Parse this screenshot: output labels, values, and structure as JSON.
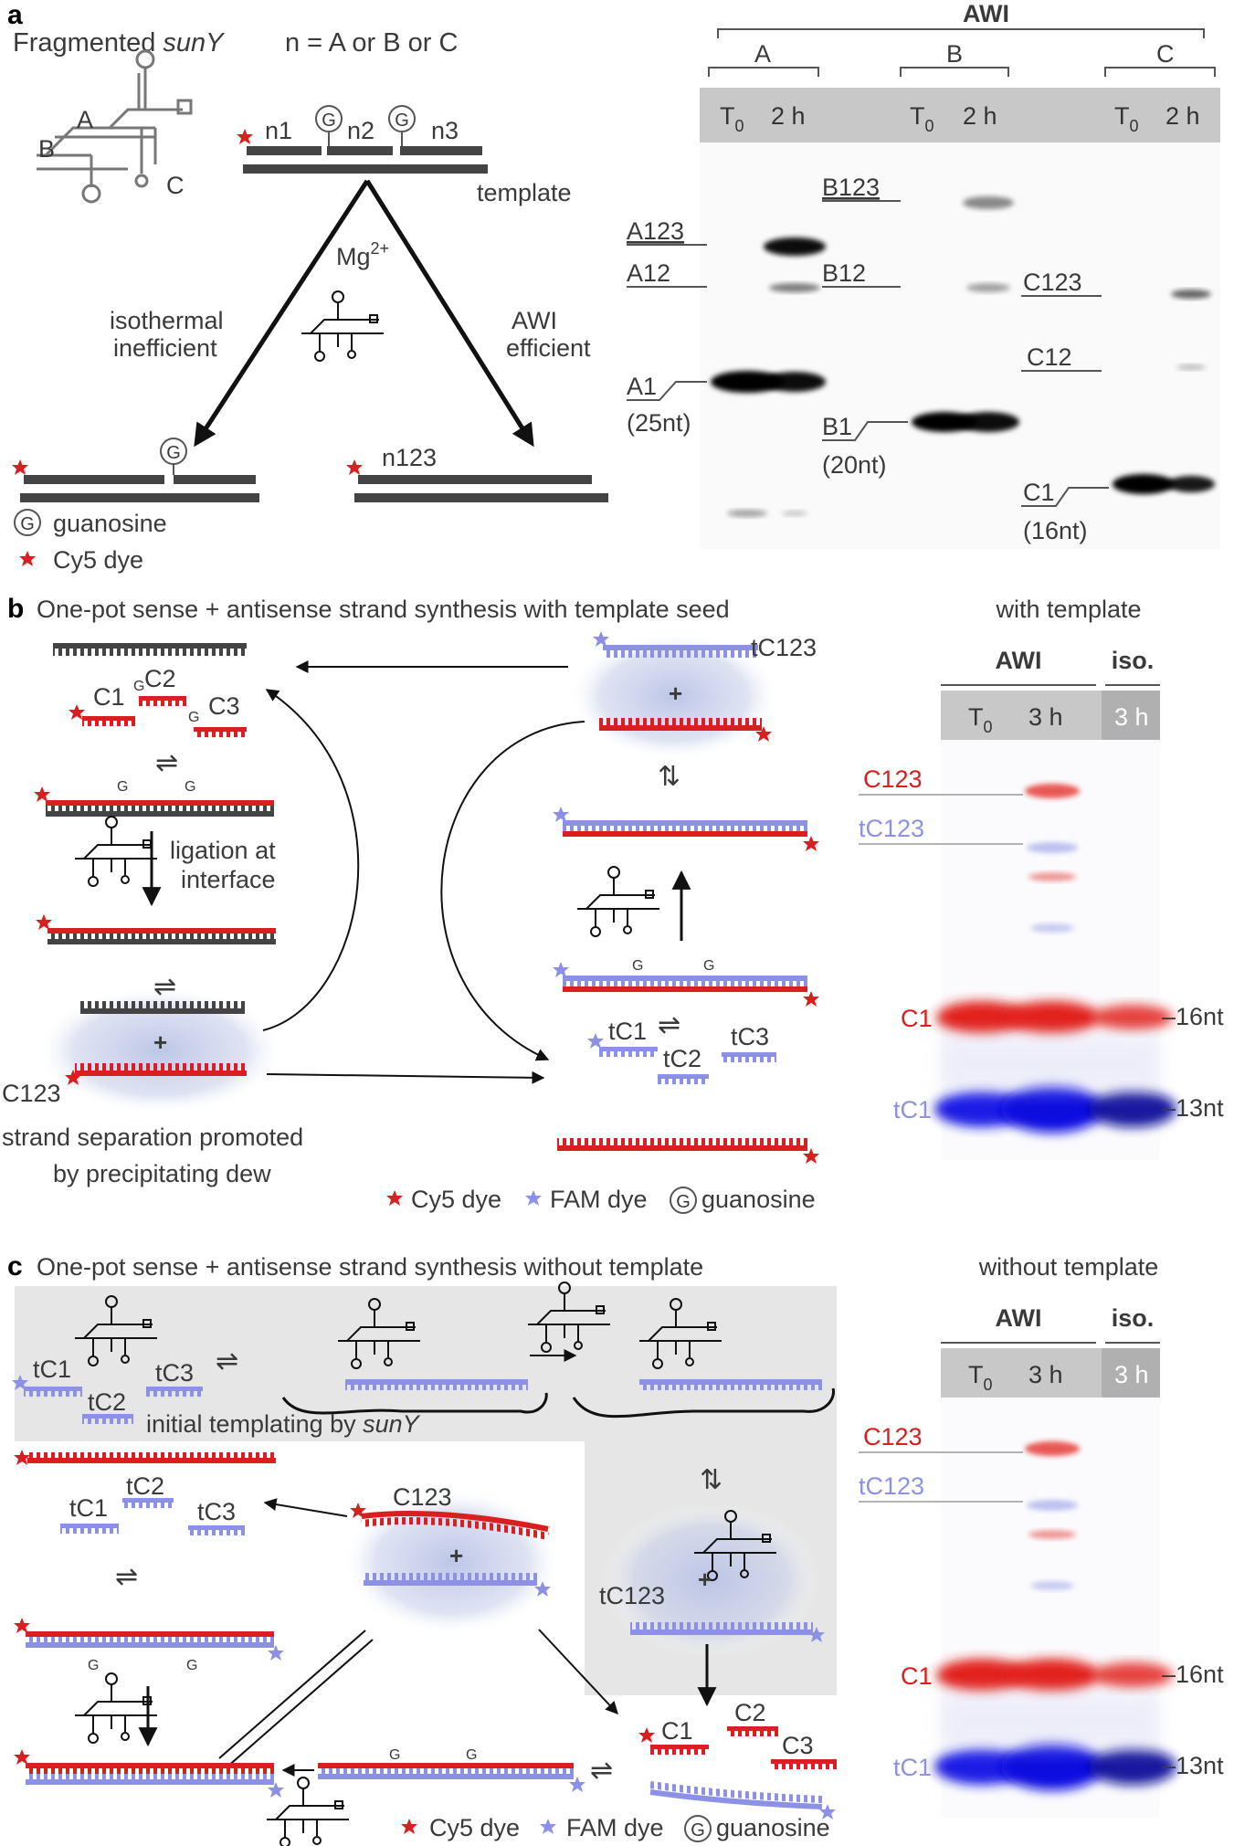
{
  "panel_a": {
    "letter": "a",
    "title_prefix": "Fragmented ",
    "title_italic": "sunY",
    "n_def": "n = A or B or C",
    "domain_labels": [
      "A",
      "B",
      "C"
    ],
    "frag_labels": [
      "n1",
      "n2",
      "n3"
    ],
    "template_label": "template",
    "mg_label": "Mg",
    "mg_sup": "2+",
    "left_arrow_label": [
      "isothermal",
      "inefficient"
    ],
    "right_arrow_label": [
      "AWI",
      "efficient"
    ],
    "product_label": "n123",
    "legend": [
      {
        "icon": "guanosine-icon",
        "text": "guanosine"
      },
      {
        "icon": "cy5-dye-icon",
        "text": "Cy5 dye"
      }
    ],
    "gel": {
      "header": "AWI",
      "groups": [
        "A",
        "B",
        "C"
      ],
      "lanes": [
        "T",
        "2 h"
      ],
      "t0_sub": "0",
      "markers": {
        "A": [
          "A123",
          "A12",
          "A1",
          "(25nt)"
        ],
        "B": [
          "B123",
          "B12",
          "B1",
          "(20nt)"
        ],
        "C": [
          "C123",
          "C12",
          "C1",
          "(16nt)"
        ]
      }
    }
  },
  "panel_b": {
    "letter": "b",
    "title": "One-pot sense + antisense strand synthesis with template seed",
    "frag_labels": [
      "C1",
      "C2",
      "C3"
    ],
    "anti_frag_labels": [
      "tC1",
      "tC2",
      "tC3"
    ],
    "tc123_label": "tC123",
    "c123_label": "C123",
    "plus": "+",
    "ligation_label": [
      "ligation at",
      "interface"
    ],
    "separation_label": [
      "strand separation promoted",
      "by precipitating dew"
    ],
    "legend": [
      {
        "icon": "cy5-dye-icon",
        "text": "Cy5 dye"
      },
      {
        "icon": "fam-dye-icon",
        "text": "FAM dye"
      },
      {
        "icon": "guanosine-icon",
        "text": "guanosine"
      }
    ],
    "gel": {
      "caption": "with template",
      "headers": [
        "AWI",
        "iso."
      ],
      "lanes": [
        "T",
        "3 h",
        "3 h"
      ],
      "t0_sub": "0",
      "bands_left": [
        "C123",
        "tC123",
        "C1",
        "tC1"
      ],
      "bands_right": [
        "–16nt",
        "–13nt"
      ]
    }
  },
  "panel_c": {
    "letter": "c",
    "title": "One-pot sense + antisense strand synthesis without template",
    "anti_frag_labels": [
      "tC1",
      "tC2",
      "tC3"
    ],
    "frag_labels": [
      "C1",
      "C2",
      "C3"
    ],
    "initial_label": "initial templating by ",
    "initial_italic": "sunY",
    "c123_label": "C123",
    "tc123_label": "tC123",
    "plus": "+",
    "legend": [
      {
        "icon": "cy5-dye-icon",
        "text": "Cy5 dye"
      },
      {
        "icon": "fam-dye-icon",
        "text": "FAM dye"
      },
      {
        "icon": "guanosine-icon",
        "text": "guanosine"
      }
    ],
    "gel": {
      "caption": "without template",
      "headers": [
        "AWI",
        "iso."
      ],
      "lanes": [
        "T",
        "3 h",
        "3 h"
      ],
      "t0_sub": "0",
      "bands_left": [
        "C123",
        "tC123",
        "C1",
        "tC1"
      ],
      "bands_right": [
        "–16nt",
        "–13nt"
      ]
    }
  },
  "colors": {
    "cy5": "#d7201f",
    "fam": "#8c91e6",
    "strand_dark": "#444444",
    "gel_header": "#c8c8c8",
    "glow": "#c3cbe6"
  }
}
